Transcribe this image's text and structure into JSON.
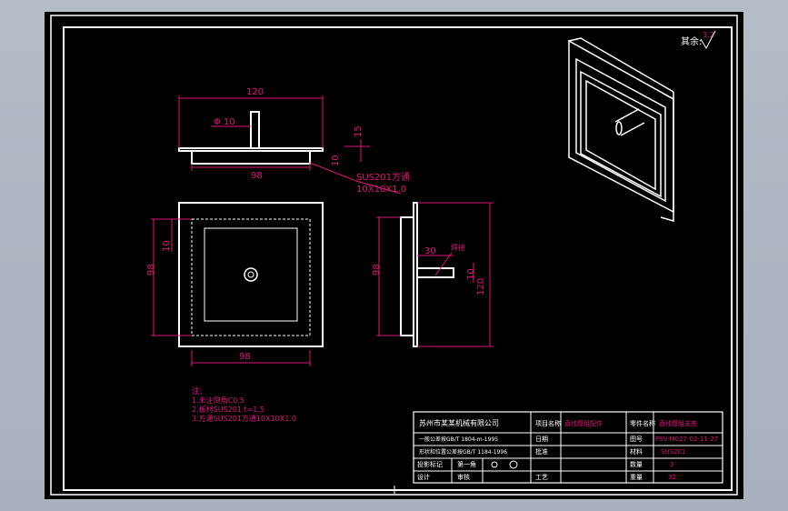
{
  "colors": {
    "background": "#000000",
    "outline": "#ffffff",
    "dimension": "#e0147a",
    "table_text": "#e0147a",
    "window": "#a7b0bb"
  },
  "roughness": {
    "label": "其余:",
    "value": "3.2"
  },
  "front_view": {
    "width_top": "120",
    "hole_dia": "Φ 10",
    "pin_height": "15",
    "plate_thk": "10",
    "width_bottom": "98",
    "material_callout": "SUS201方通",
    "material_size": "10X10X1.0"
  },
  "top_view": {
    "height_left": "98",
    "offset": "10",
    "width_bottom": "98"
  },
  "side_view": {
    "height_left": "98",
    "pin_len": "30",
    "weld": "焊接",
    "pin_h": "10",
    "total": "120"
  },
  "notes": [
    "注:",
    "1.未注倒角C0.5",
    "2.板材SUS201 t=1.5",
    "3.方通SUS201方通10X10X1.0"
  ],
  "title_block": {
    "company": "苏州市某某机械有限公司",
    "tol1": "一般公差按GB/T 1804-m-1995",
    "tol2": "形状和位置公差按GB/T 1184-1996",
    "proj": "投影标记",
    "scale": "第一角",
    "design": "设计",
    "check": "审核",
    "approve": "批准",
    "craft": "工艺",
    "product_label": "项目名称",
    "product": "直线模组配件",
    "part_name_label": "零件名称",
    "part_name": "直线模组支座",
    "drawing_no_label": "图号",
    "drawing_no": "PSV-M027-02-11-27",
    "material_label": "材料",
    "material": "SUS201",
    "qty_label": "数量",
    "qty": "3",
    "mass_label": "重量",
    "mass": "32",
    "date_label": "日期"
  }
}
